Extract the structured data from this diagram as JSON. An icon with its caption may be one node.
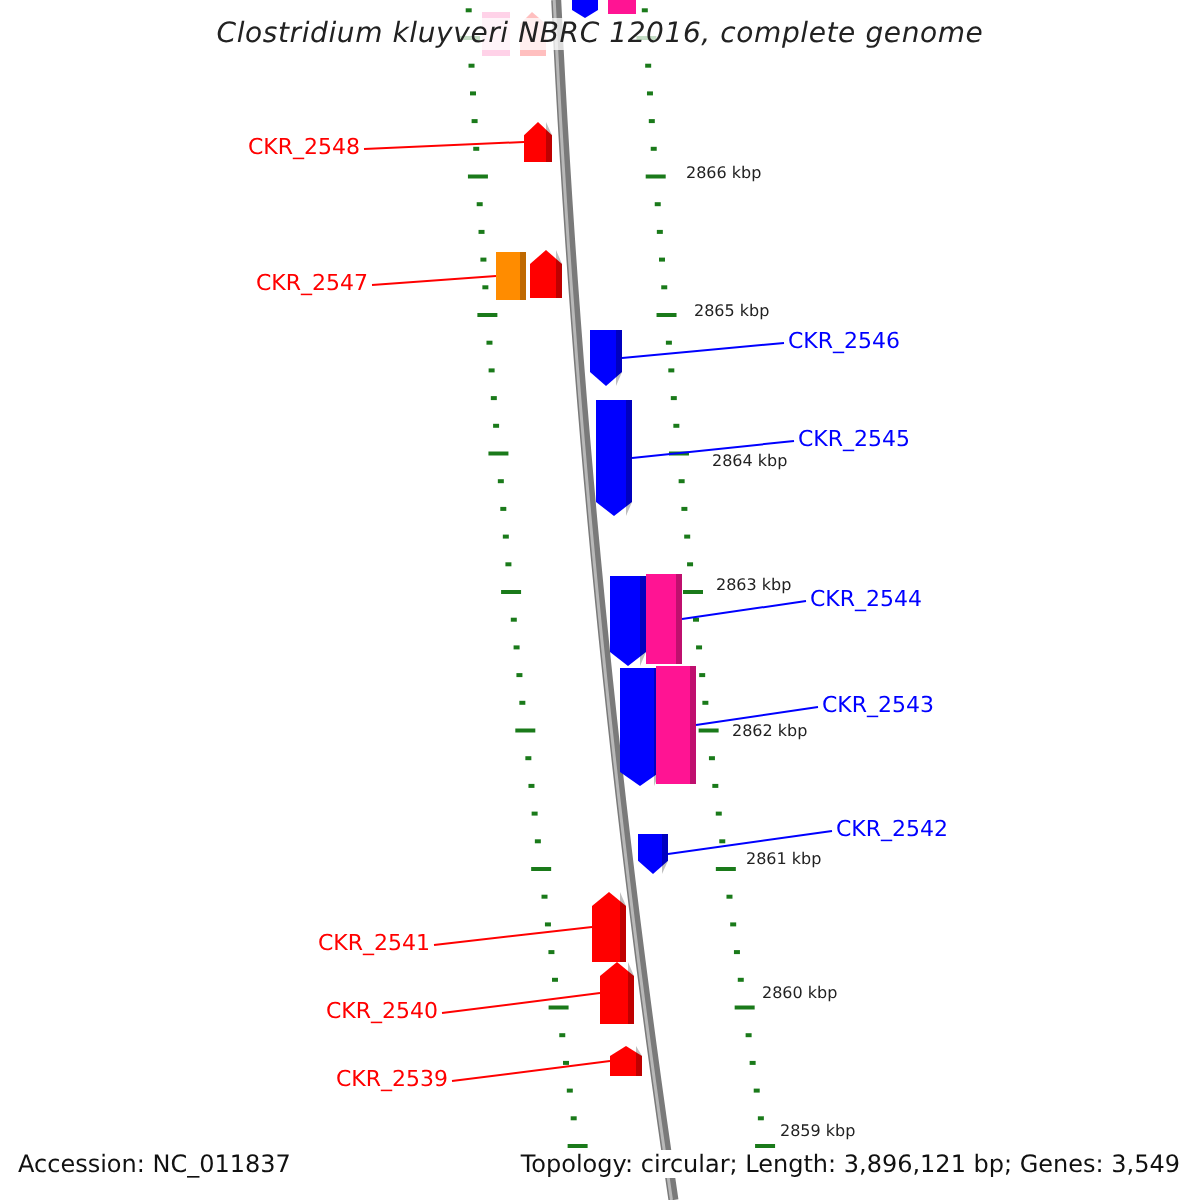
{
  "diagram": {
    "title": "Clostridium kluyveri NBRC 12016, complete genome",
    "nodes": [
      {
        "text": [],
        "shape": "arrow"
      },
      {
        "text": [],
        "shape": "box"
      },
      {
        "text": [],
        "shape": "arrow"
      },
      {
        "text": [],
        "shape": "arrow"
      },
      {
        "text": [],
        "shape": "arrow"
      },
      {
        "text": [],
        "shape": "arrow"
      },
      {
        "text": [],
        "shape": "box"
      },
      {
        "text": [],
        "shape": "arrow"
      },
      {
        "text": [],
        "shape": "box"
      },
      {
        "text": [],
        "shape": "arrow"
      },
      {
        "text": [],
        "shape": "arrow"
      },
      {
        "text": [],
        "shape": "arrow"
      },
      {
        "text": [],
        "shape": "arrow"
      },
      {
        "text": [
          "CKR_2548"
        ]
      },
      {
        "text": [
          "CKR_2547"
        ]
      },
      {
        "text": [
          "CKR_2546"
        ]
      },
      {
        "text": [
          "CKR_2545"
        ]
      },
      {
        "text": [
          "CKR_2544"
        ]
      },
      {
        "text": [
          "CKR_2543"
        ]
      },
      {
        "text": [
          "CKR_2542"
        ]
      },
      {
        "text": [
          "CKR_2541"
        ]
      },
      {
        "text": [
          "CKR_2540"
        ]
      },
      {
        "text": [
          "CKR_2539"
        ]
      }
    ],
    "edges": [
      {
        "from": 13,
        "to": 0,
        "arrow": "none",
        "color": "#ff0000"
      },
      {
        "from": 14,
        "to": 1,
        "arrow": "none",
        "color": "#ff0000"
      },
      {
        "from": 15,
        "to": 3,
        "arrow": "none",
        "color": "#0000ff"
      },
      {
        "from": 16,
        "to": 4,
        "arrow": "none",
        "color": "#0000ff"
      },
      {
        "from": 17,
        "to": 6,
        "arrow": "none",
        "color": "#0000ff"
      },
      {
        "from": 18,
        "to": 8,
        "arrow": "none",
        "color": "#0000ff"
      },
      {
        "from": 19,
        "to": 9,
        "arrow": "none",
        "color": "#0000ff"
      },
      {
        "from": 20,
        "to": 10,
        "arrow": "none",
        "color": "#ff0000"
      },
      {
        "from": 21,
        "to": 11,
        "arrow": "none",
        "color": "#ff0000"
      },
      {
        "from": 22,
        "to": 12,
        "arrow": "none",
        "color": "#ff0000"
      }
    ],
    "labels": [
      "2866 kbp",
      "2865 kbp",
      "2864 kbp",
      "2863 kbp",
      "2862 kbp",
      "2861 kbp",
      "2860 kbp",
      "2859 kbp",
      "Accession: NC_011837",
      "Topology: circular; Length: 3,896,121 bp; Genes: 3,549"
    ]
  }
}
